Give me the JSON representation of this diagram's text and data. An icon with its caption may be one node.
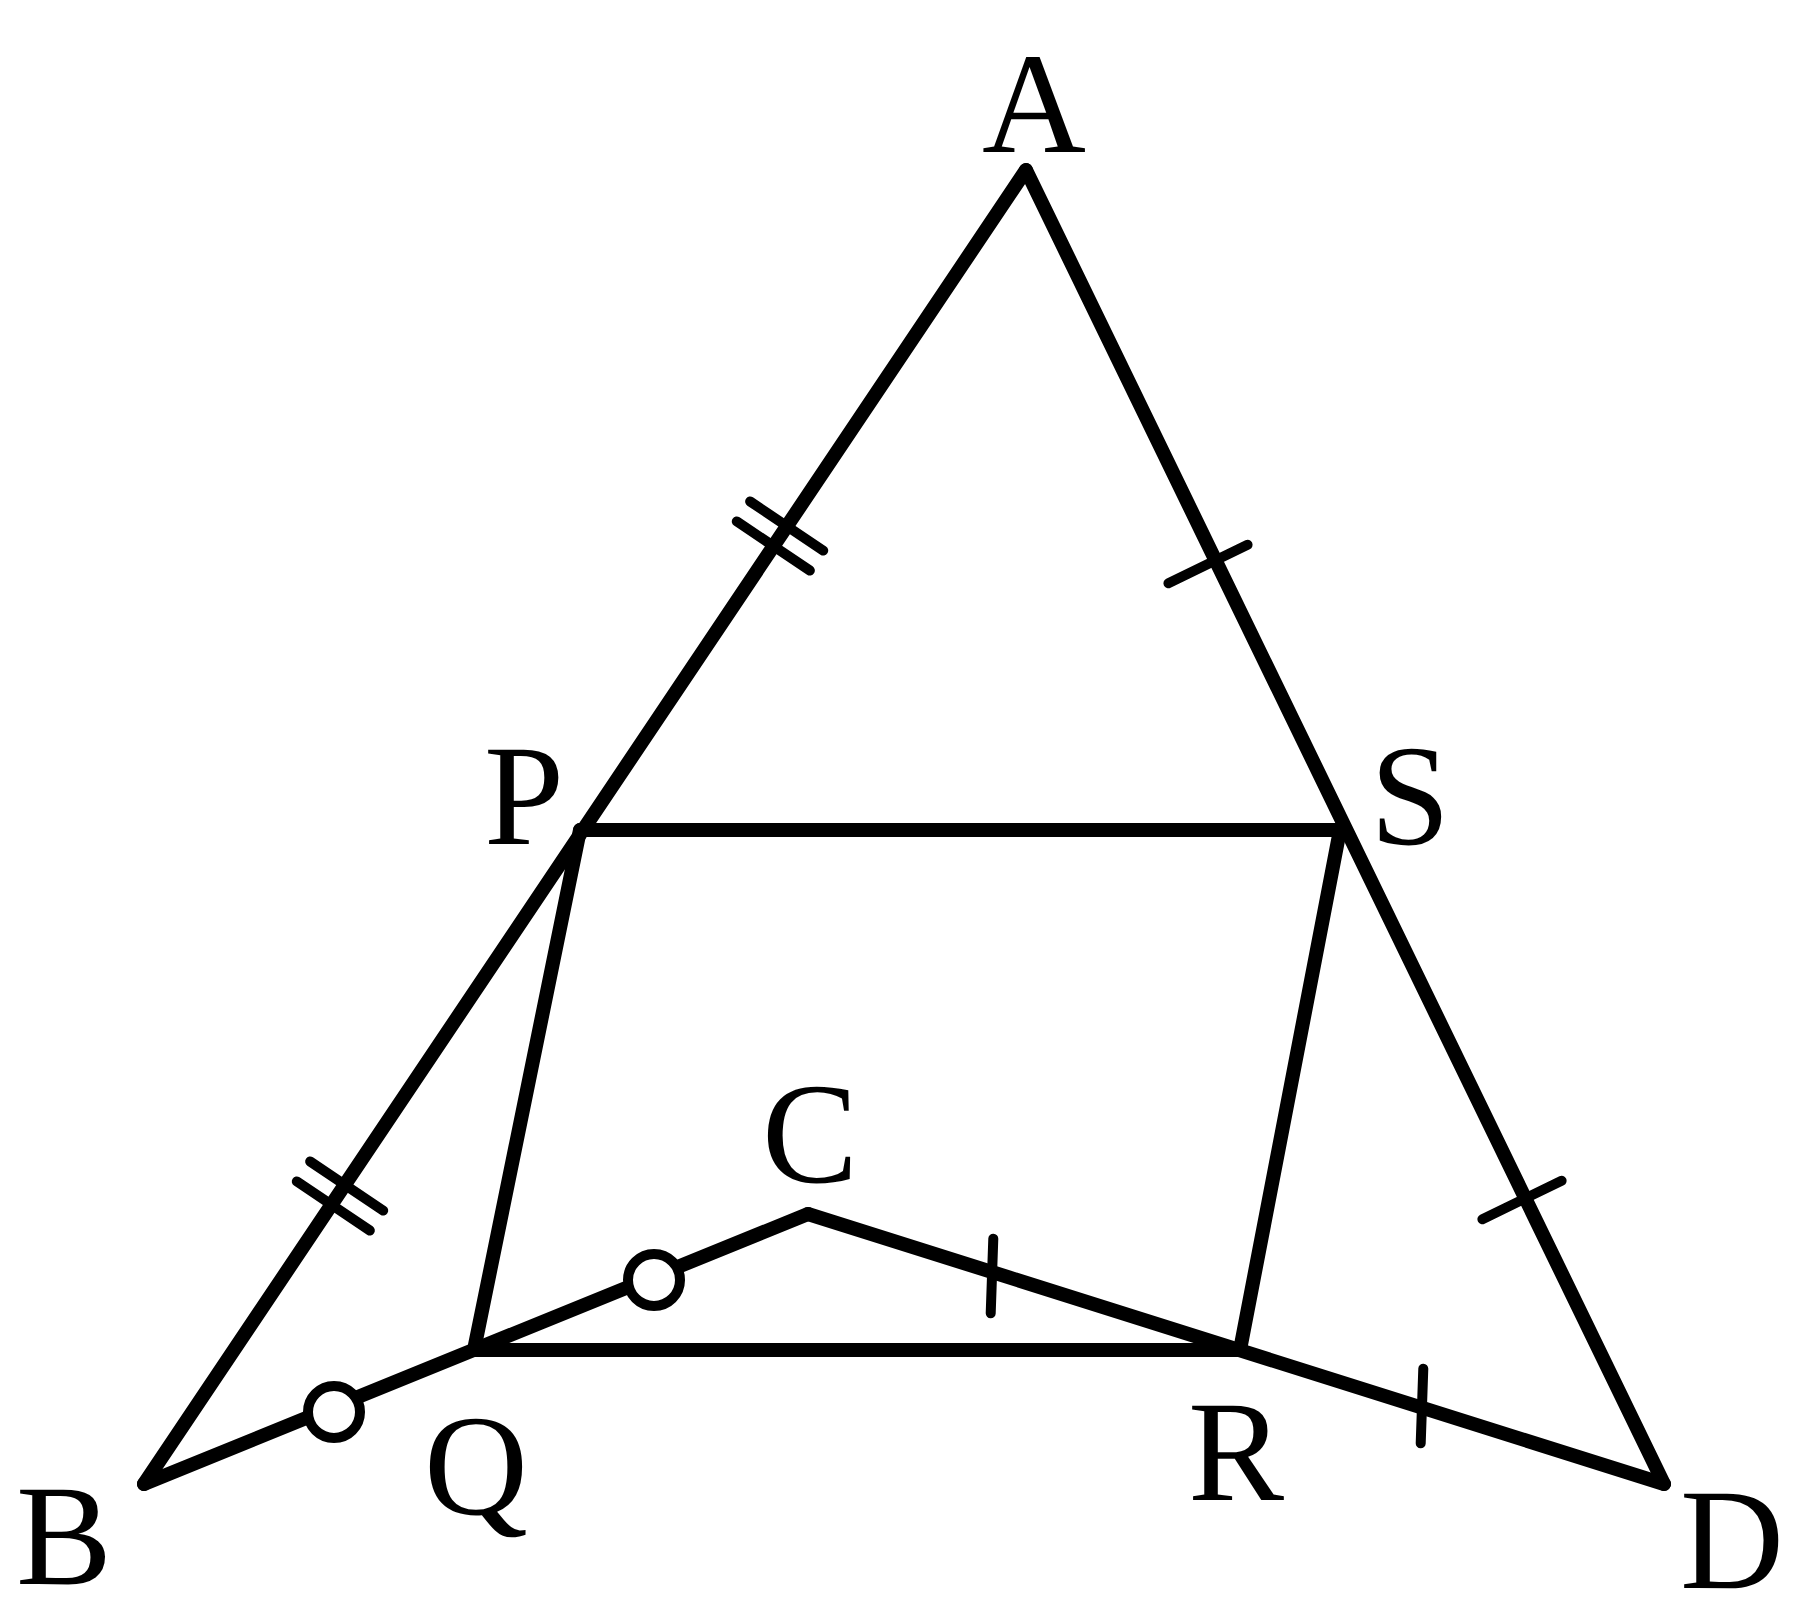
{
  "diagram": {
    "labels": [
      "A",
      "P",
      "S",
      "C",
      "B",
      "Q",
      "R",
      "D"
    ]
  }
}
